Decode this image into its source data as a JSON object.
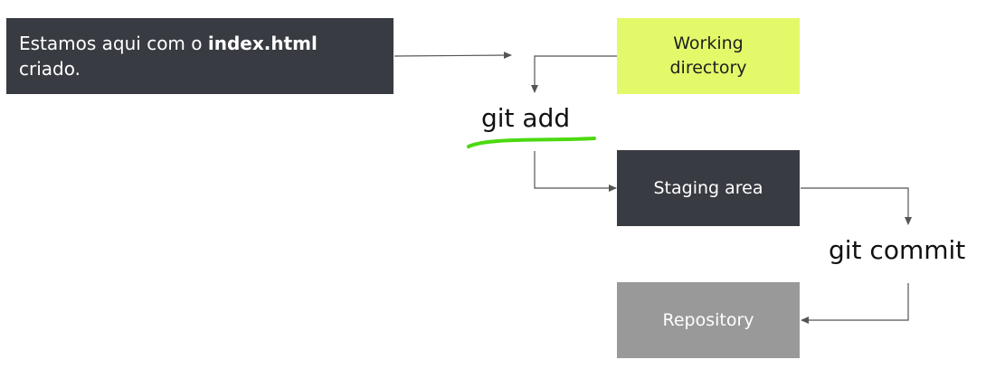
{
  "note": {
    "prefix": "Estamos aqui com o ",
    "filename": "index.html",
    "suffix": "criado."
  },
  "boxes": {
    "working_directory": "Working directory",
    "staging_area": "Staging area",
    "repository": "Repository"
  },
  "commands": {
    "add": "git add",
    "commit": "git commit"
  },
  "colors": {
    "dark": "#393b42",
    "highlight": "#e3f96a",
    "repository": "#999999",
    "underline": "#4cd90f",
    "arrow": "#555555"
  }
}
